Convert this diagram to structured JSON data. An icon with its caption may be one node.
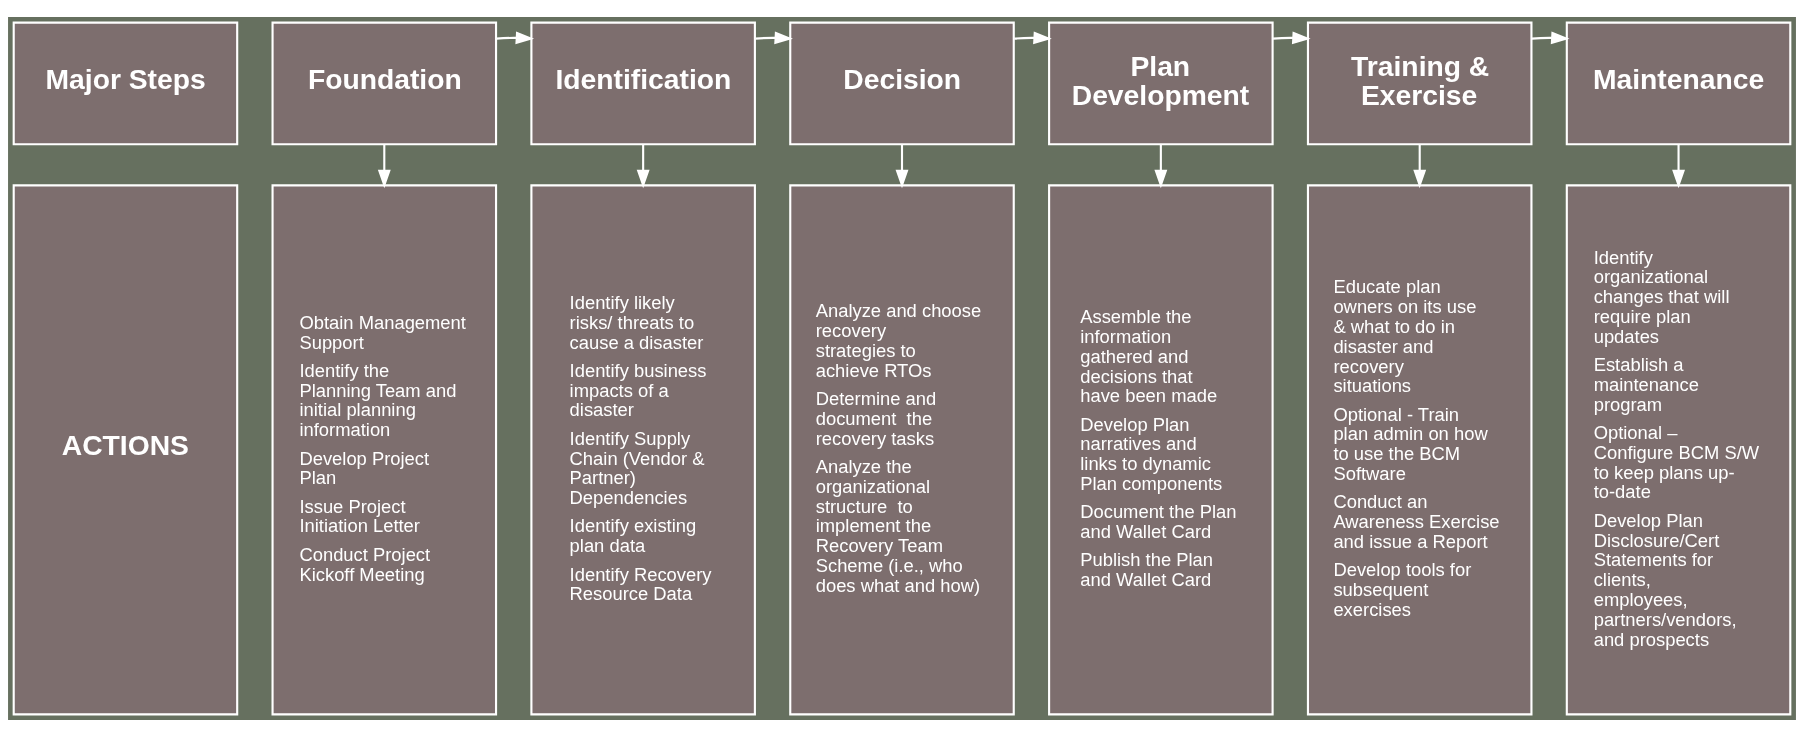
{
  "diagram": {
    "nodes": [
      {
        "text": [
          "Major Steps"
        ]
      },
      {
        "text": [
          "Foundation"
        ]
      },
      {
        "text": [
          "Identification"
        ]
      },
      {
        "text": [
          "Decision"
        ]
      },
      {
        "text": [
          "Plan Development"
        ]
      },
      {
        "text": [
          "Training & Exercise"
        ]
      },
      {
        "text": [
          "Maintenance"
        ]
      },
      {
        "text": [
          "ACTIONS"
        ]
      },
      {
        "text": [
          "Obtain Management Support",
          "Identify the Planning Team and initial planning information",
          "Develop Project Plan",
          "Issue Project Initiation Letter",
          "Conduct Project Kickoff Meeting"
        ]
      },
      {
        "text": [
          "Identify likely risks/ threats to cause a disaster",
          "Identify business impacts of a disaster",
          "Identify Supply Chain (Vendor & Partner) Dependencies",
          "Identify existing plan data",
          "Identify Recovery Resource Data"
        ]
      },
      {
        "text": [
          "Analyze and choose recovery strategies to achieve RTOs",
          "Determine and document  the recovery tasks",
          "Analyze the organizational structure  to implement the Recovery Team Scheme (i.e., who does what and how)"
        ]
      },
      {
        "text": [
          "Assemble the information gathered and decisions that have been made",
          "Develop Plan narratives and links to dynamic Plan components",
          "Document the Plan and Wallet Card",
          "Publish the Plan and Wallet Card"
        ]
      },
      {
        "text": [
          "Educate plan owners on its use & what to do in disaster and recovery situations",
          "Optional - Train plan admin on how to use the BCM Software",
          "Conduct an Awareness Exercise and issue a Report",
          "Develop tools for subsequent exercises"
        ]
      },
      {
        "text": [
          "Identify organizational changes that will require plan updates",
          "Establish a maintenance program",
          "Optional – Configure BCM S/W to keep plans up-to-date",
          "Develop Plan Disclosure/Cert Statements for clients, employees, partners/vendors, and prospects"
        ]
      }
    ],
    "edges": [
      {
        "from": 1,
        "to": 2,
        "arrow": "to"
      },
      {
        "from": 2,
        "to": 3,
        "arrow": "to"
      },
      {
        "from": 3,
        "to": 4,
        "arrow": "to"
      },
      {
        "from": 4,
        "to": 5,
        "arrow": "to"
      },
      {
        "from": 5,
        "to": 6,
        "arrow": "to"
      },
      {
        "from": 1,
        "to": 8,
        "arrow": "to"
      },
      {
        "from": 2,
        "to": 9,
        "arrow": "to"
      },
      {
        "from": 3,
        "to": 10,
        "arrow": "to"
      },
      {
        "from": 4,
        "to": 11,
        "arrow": "to"
      },
      {
        "from": 5,
        "to": 12,
        "arrow": "to"
      },
      {
        "from": 6,
        "to": 13,
        "arrow": "to"
      }
    ]
  }
}
